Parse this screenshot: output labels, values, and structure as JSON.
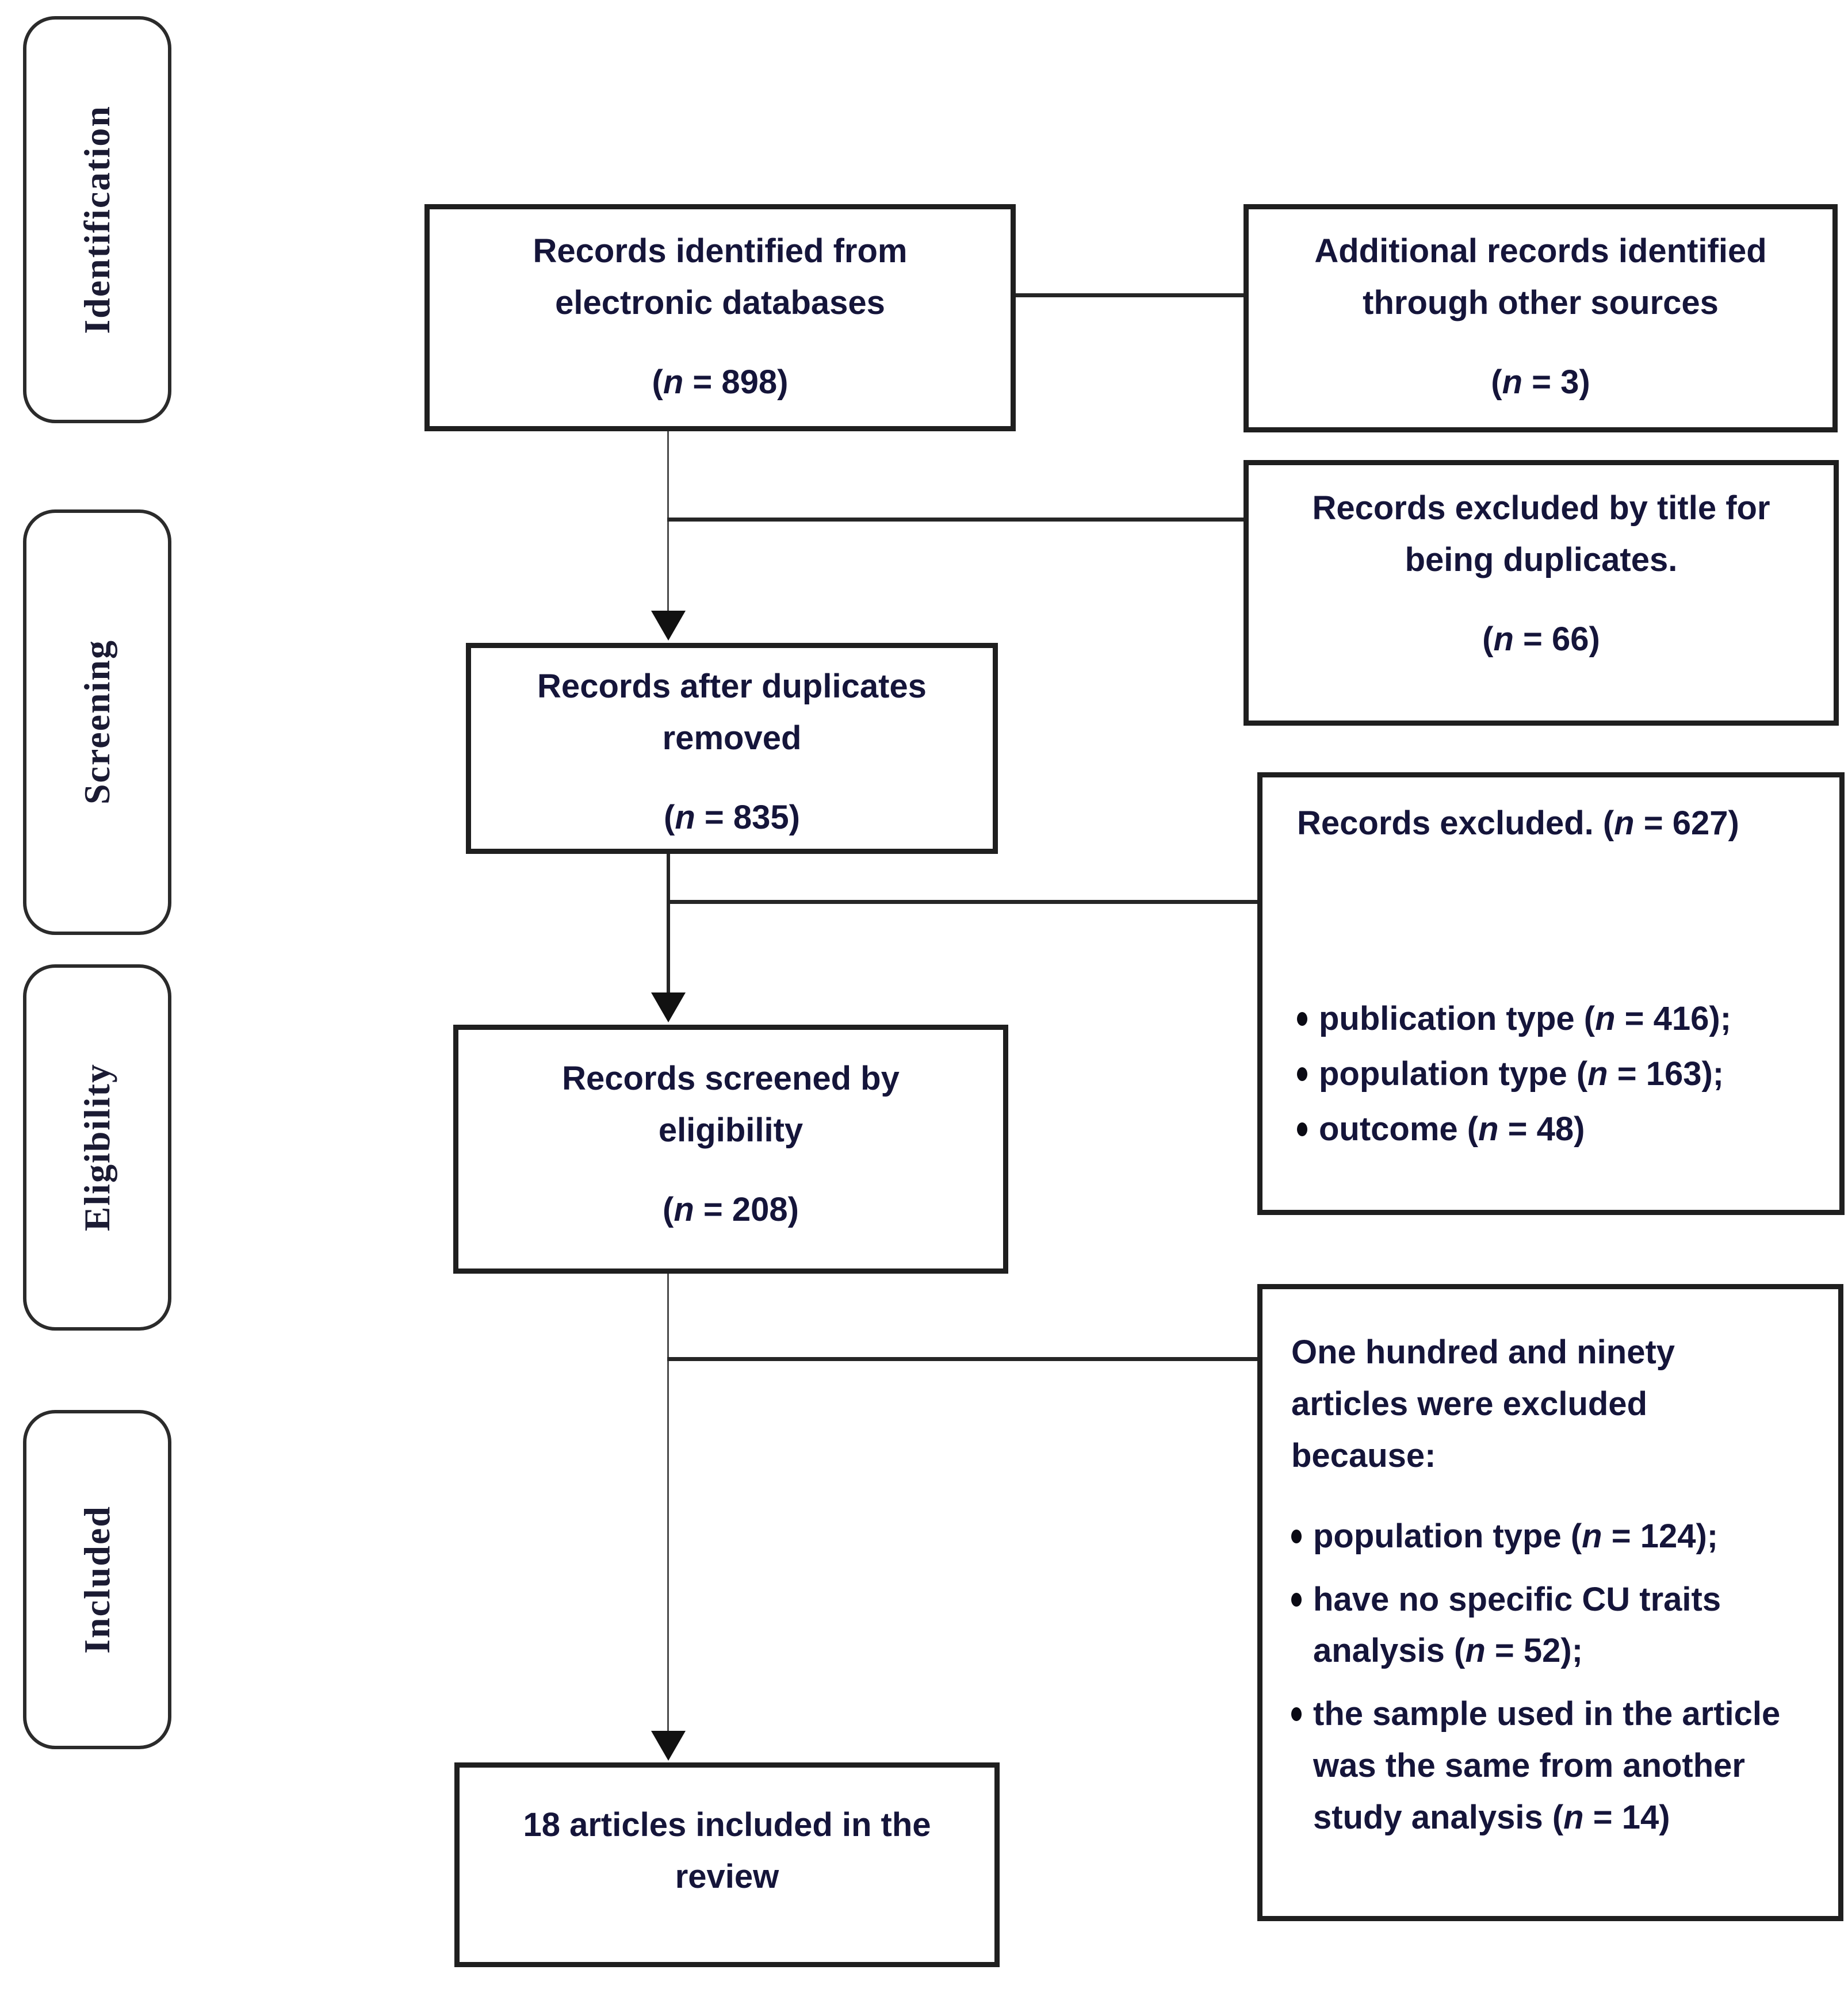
{
  "diagram": {
    "stages": [
      {
        "label": "Identification"
      },
      {
        "label": "Screening"
      },
      {
        "label": "Eligibility"
      },
      {
        "label": "Included"
      }
    ],
    "boxes": {
      "identified": {
        "title": "Records identified from\nelectronic databases",
        "count": "(n = 898)"
      },
      "additional": {
        "title": "Additional records identified\nthrough other sources",
        "count": "(n = 3)"
      },
      "dup_excluded": {
        "title": "Records excluded by title for\nbeing duplicates.",
        "count": "(n = 66)"
      },
      "after_dup": {
        "title": "Records after duplicates\nremoved",
        "count": "(n = 835)"
      },
      "excluded": {
        "title": "Records excluded. (n = 627)",
        "bullets": [
          "publication type (n = 416);",
          "population type (n = 163);",
          "outcome (n = 48)"
        ]
      },
      "screened": {
        "title": "Records screened by\neligibility",
        "count": "(n = 208)"
      },
      "excluded2": {
        "intro": "One hundred and ninety\narticles were excluded\nbecause:",
        "bullets": [
          "population type (n = 124);",
          "have no specific CU traits\nanalysis (n = 52);",
          "the sample used in the article\nwas the same from another\nstudy analysis (n = 14)"
        ]
      },
      "included": {
        "title": "18 articles included in the\nreview"
      }
    },
    "colors": {
      "text": "#15153a",
      "border": "#1f1f1f",
      "line": "#262626",
      "line_soft": "#4a4a4a",
      "background": "#ffffff"
    }
  }
}
